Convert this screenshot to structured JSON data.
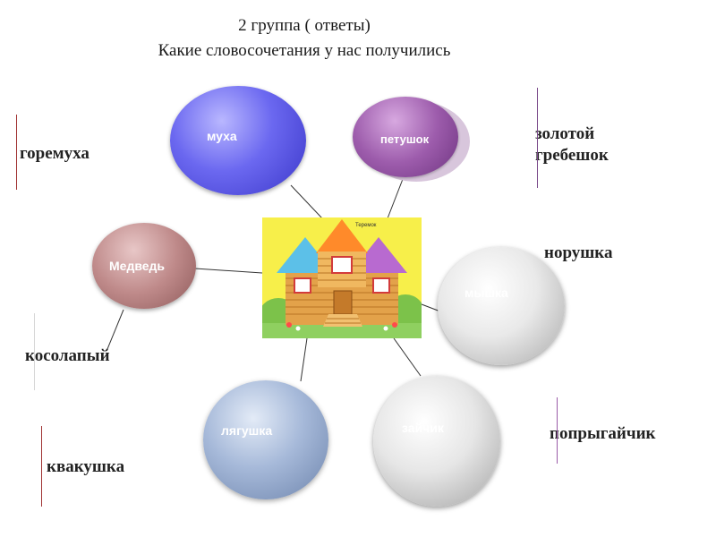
{
  "title": {
    "line1": "2 группа ( ответы)",
    "line2": "Какие  словосочетания у нас получились"
  },
  "center_image": {
    "caption": "Теремок"
  },
  "bubbles": {
    "mukha": "муха",
    "petushok": "петушок",
    "medved": "Медведь",
    "myshka": "мышка",
    "lyagushka": "лягушка",
    "zaychik": "зайчик"
  },
  "answers": {
    "goremukha": "горемуха",
    "zolotoy": "золотой",
    "grebeshok": "гребешок",
    "norushka": "норушка",
    "kosolapy": "косолапый",
    "kvakushka": "квакушка",
    "poprygaychik": "попрыгайчик"
  },
  "colors": {
    "blue": "#5a57e6",
    "purple": "#9a5aa8",
    "rose": "#b98484",
    "gray": "#d5d5d5",
    "steel": "#98aed2",
    "accent_bar": "#a03232"
  }
}
